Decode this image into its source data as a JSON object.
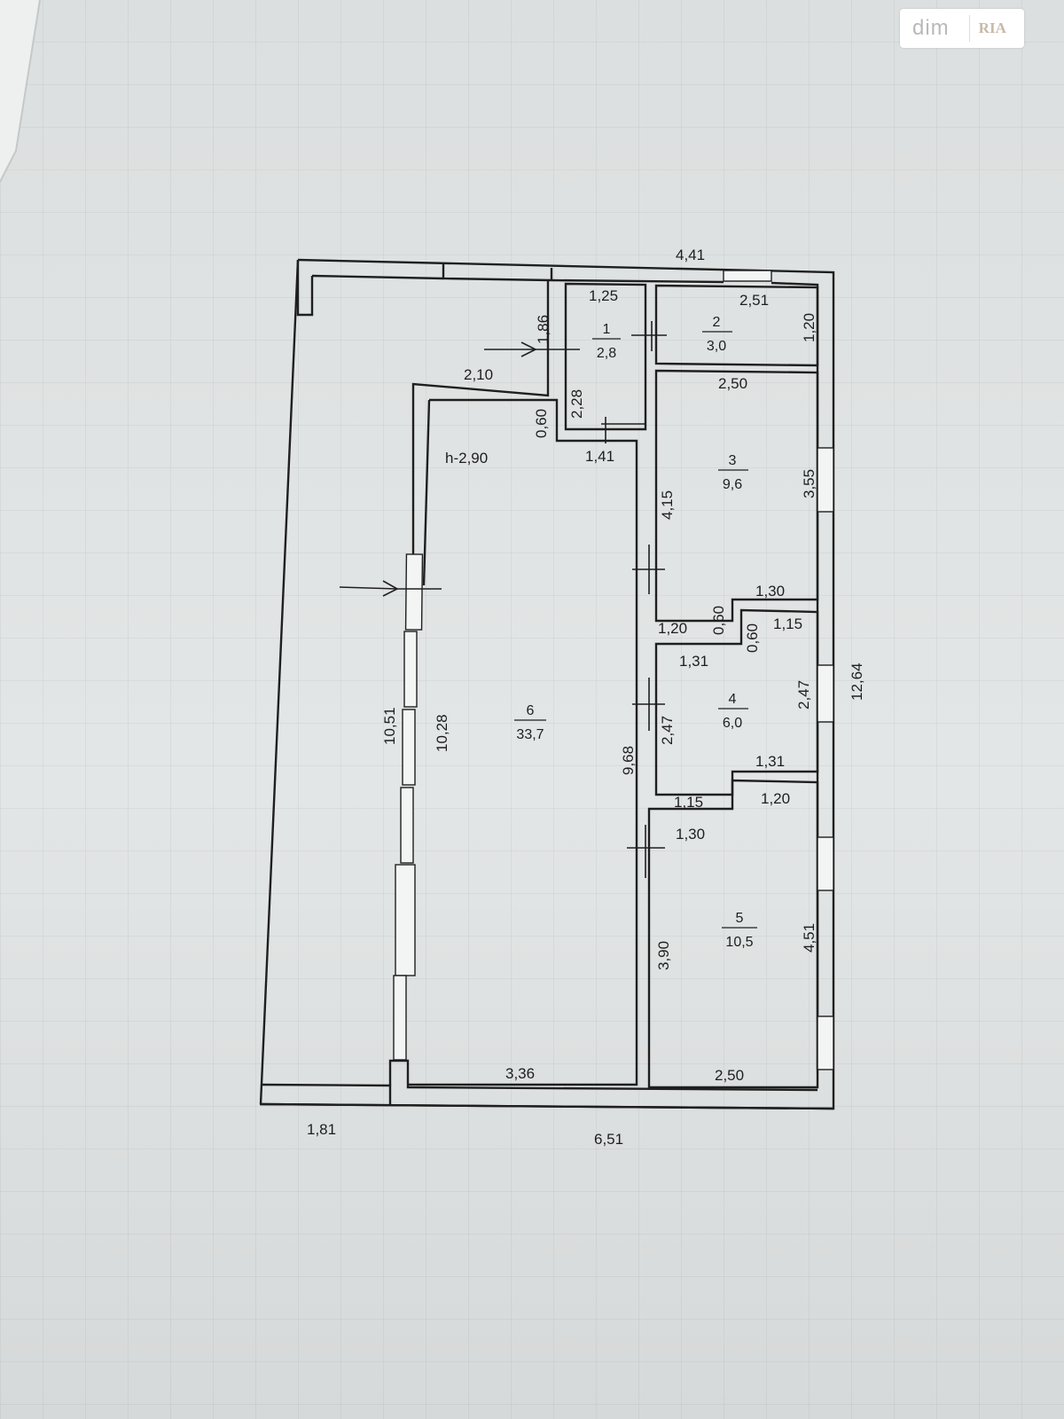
{
  "watermark": {
    "brand": "dim",
    "brand_suffix": "RIA"
  },
  "plan": {
    "height_label": "h-2,90",
    "rooms": [
      {
        "number": "1",
        "area": "2,8"
      },
      {
        "number": "2",
        "area": "3,0"
      },
      {
        "number": "3",
        "area": "9,6"
      },
      {
        "number": "4",
        "area": "6,0"
      },
      {
        "number": "5",
        "area": "10,5"
      },
      {
        "number": "6",
        "area": "33,7"
      }
    ],
    "dimensions": {
      "top_overall": "4,41",
      "room1_width": "1,25",
      "room1_height": "1,86",
      "room1_side": "2,28",
      "room2_width": "2,51",
      "room2_height": "1,20",
      "corridor_step": "2,10",
      "step_height": "0,60",
      "room1_bottom": "1,41",
      "room3_width": "2,50",
      "room3_left": "4,15",
      "room3_right": "3,55",
      "room3_step_right": "1,30",
      "room3_step_height": "0,60",
      "room3_step_left": "1,20",
      "room4_step_height": "0,60",
      "room4_top_right": "1,15",
      "room4_top_left": "1,31",
      "room4_left": "2,47",
      "room4_right": "2,47",
      "room4_bottom_right": "1,31",
      "room4_bottom_left": "1,15",
      "room5_top_right": "1,20",
      "room5_top_left": "1,30",
      "room5_left": "3,90",
      "room5_right": "4,51",
      "room5_bottom": "2,50",
      "room6_right": "9,68",
      "room6_left_inner": "10,28",
      "balcony_left": "10,51",
      "room6_bottom": "3,36",
      "overall_right": "12,64",
      "bottom_left": "1,81",
      "bottom_overall": "6,51"
    }
  }
}
